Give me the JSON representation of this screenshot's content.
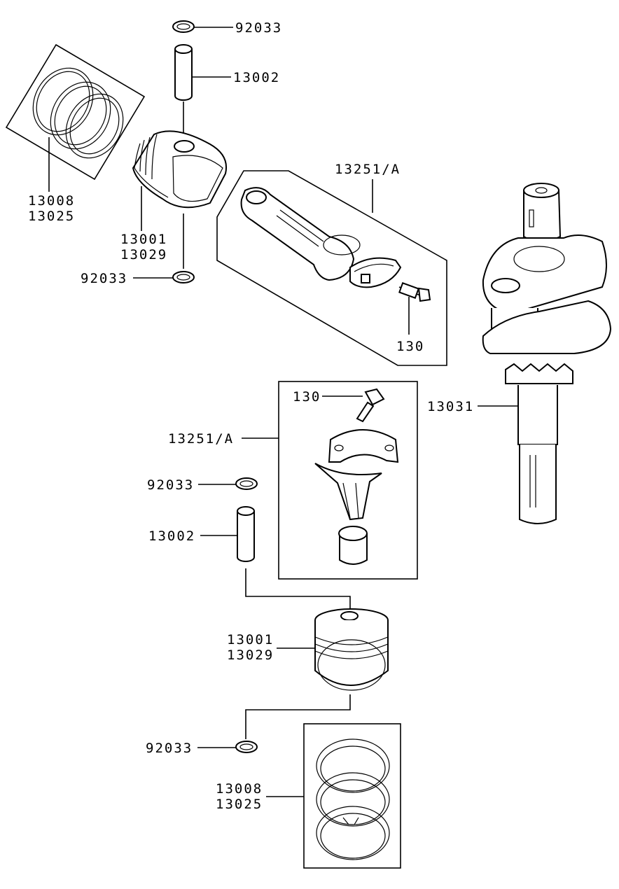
{
  "labels": {
    "clip_top_1": "92033",
    "pin_top": "13002",
    "ring_top_a": "13008",
    "ring_top_b": "13025",
    "piston_top_a": "13001",
    "piston_top_b": "13029",
    "clip_top_2": "92033",
    "rod_top": "13251/A",
    "bolt_top": "130",
    "crankshaft": "13031",
    "bolt_bottom": "130",
    "rod_bottom": "13251/A",
    "clip_bottom_1": "92033",
    "pin_bottom": "13002",
    "piston_bottom_a": "13001",
    "piston_bottom_b": "13029",
    "clip_bottom_2": "92033",
    "ring_bottom_a": "13008",
    "ring_bottom_b": "13025"
  }
}
